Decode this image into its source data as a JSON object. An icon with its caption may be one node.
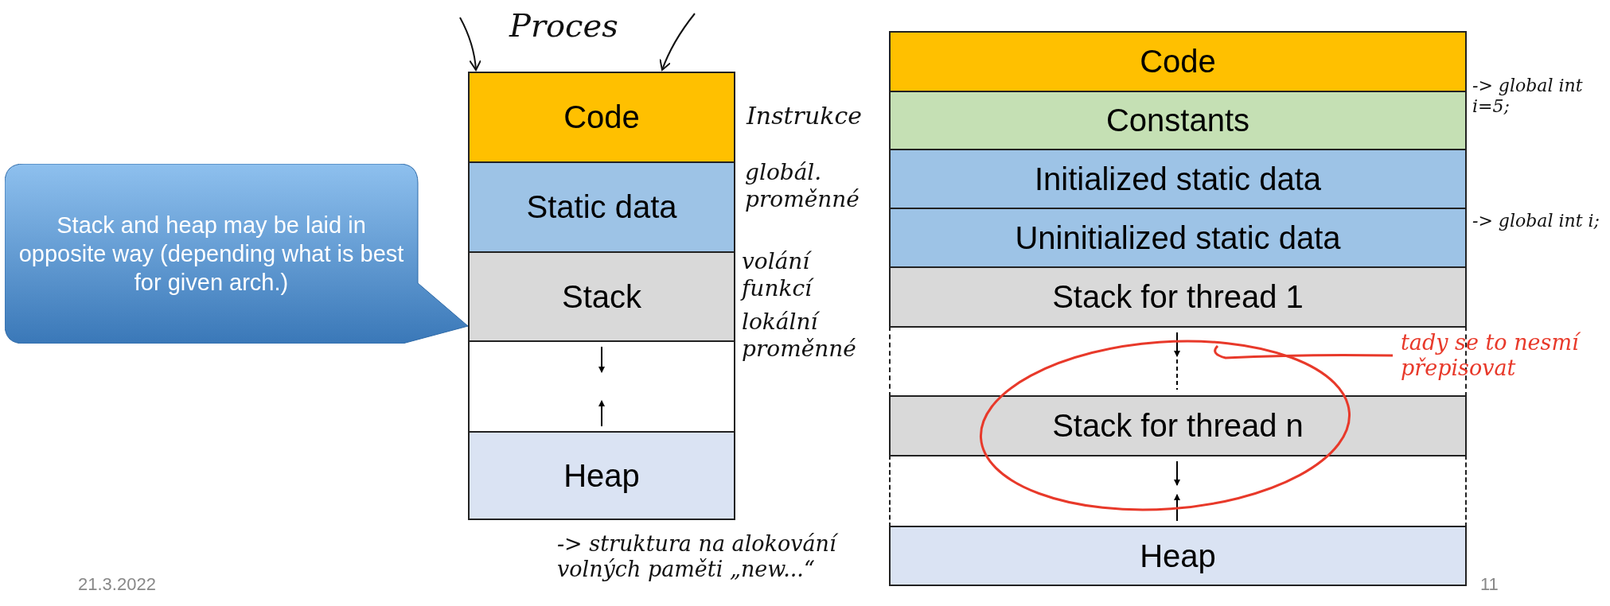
{
  "diagram": {
    "nodes": [
      {
        "text": [
          "Stack and heap may be laid in opposite way (depending what is best for given arch.)"
        ]
      },
      {
        "text": [
          "Code"
        ]
      },
      {
        "text": [
          "Static data"
        ]
      },
      {
        "text": [
          "Stack"
        ]
      },
      {
        "text": [],
        "shape": "box"
      },
      {
        "text": [
          "Heap"
        ]
      },
      {
        "text": [
          "Code"
        ]
      },
      {
        "text": [
          "Constants"
        ]
      },
      {
        "text": [
          "Initialized static data"
        ]
      },
      {
        "text": [
          "Uninitialized static data"
        ]
      },
      {
        "text": [
          "Stack for thread 1"
        ]
      },
      {
        "text": [],
        "shape": "box"
      },
      {
        "text": [
          "Stack for thread n"
        ]
      },
      {
        "text": [],
        "shape": "box"
      },
      {
        "text": [
          "Heap"
        ]
      }
    ],
    "edges": [
      {
        "from": null,
        "to": 1,
        "arrow": "to"
      },
      {
        "from": null,
        "to": 1,
        "arrow": "to"
      }
    ],
    "labels": [
      "Proces",
      "Instrukce",
      "globál. proměnné",
      "volání funkcí",
      "lokální proměnné",
      "-> struktura na alokování volných paměti „new...“",
      "-> global int i=5;",
      "-> global int i;",
      "tady se to nesmí přepisovat",
      "21.3.2022",
      "11"
    ]
  }
}
